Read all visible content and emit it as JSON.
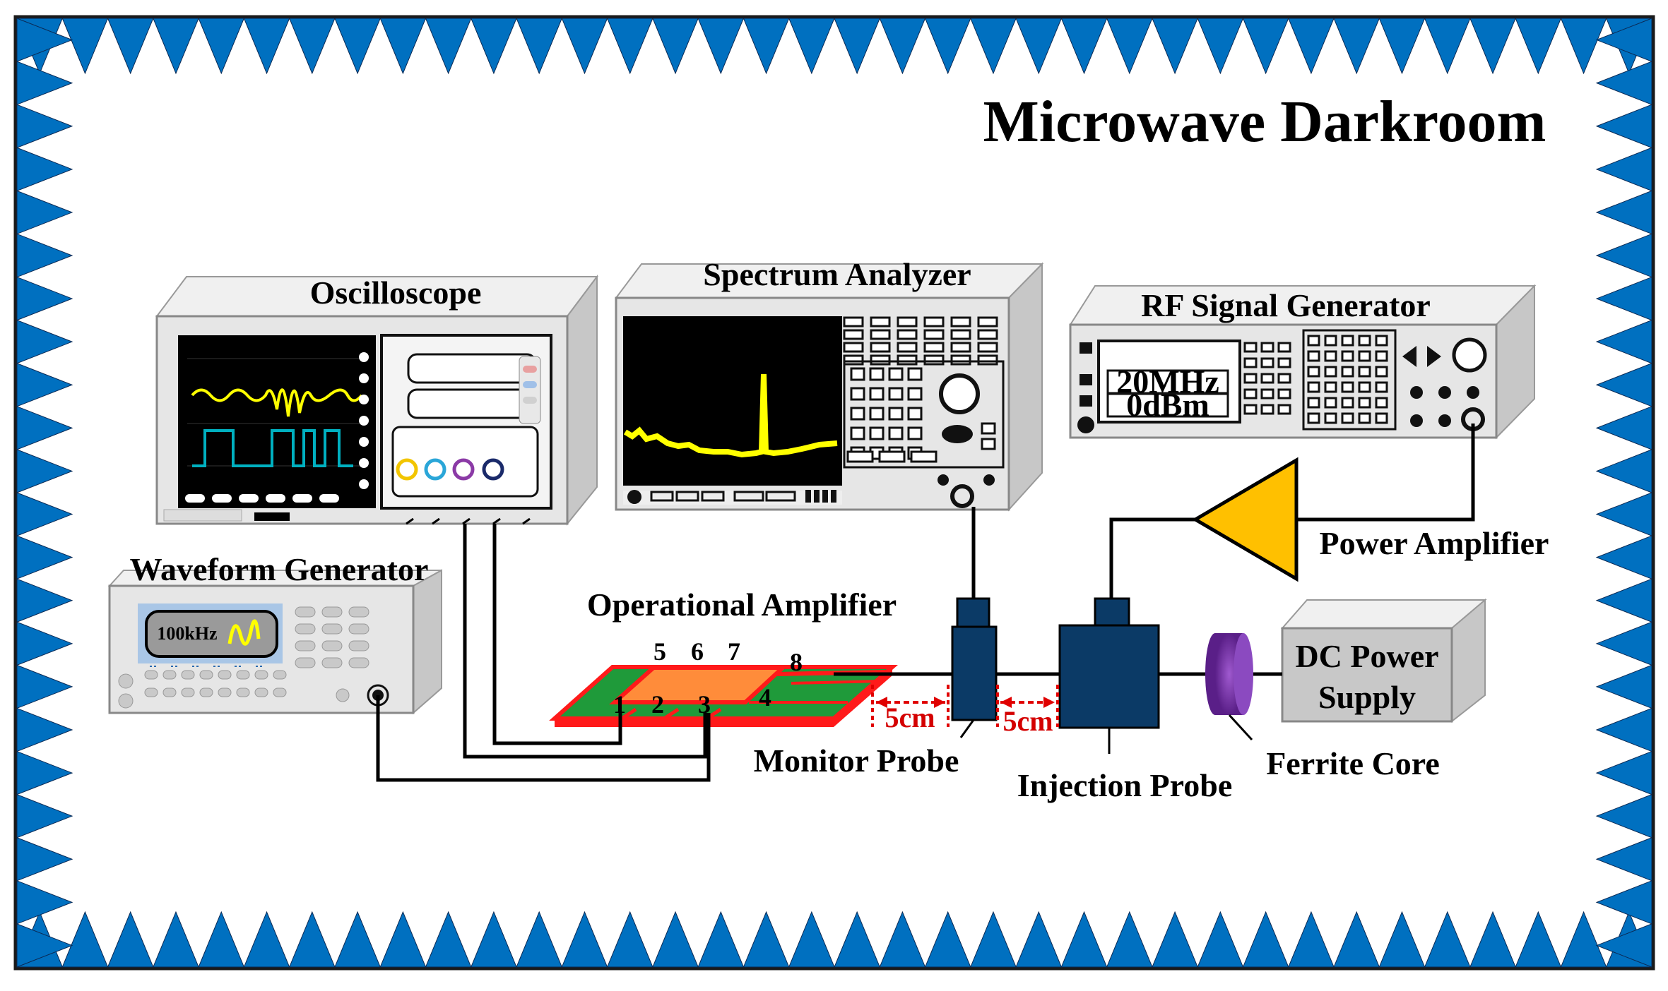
{
  "title": "Microwave Darkroom",
  "instruments": {
    "oscilloscope": "Oscilloscope",
    "spectrum_analyzer": "Spectrum Analyzer",
    "rf_signal_generator": "RF Signal Generator",
    "waveform_generator": "Waveform Generator",
    "power_amplifier": "Power Amplifier",
    "operational_amplifier": "Operational Amplifier",
    "dc_power_supply_line1": "DC Power",
    "dc_power_supply_line2": "Supply",
    "monitor_probe": "Monitor Probe",
    "injection_probe": "Injection Probe",
    "ferrite_core": "Ferrite Core"
  },
  "rf_display": {
    "frequency": "20MHz",
    "power": "0dBm"
  },
  "waveform_display": {
    "frequency": "100kHz"
  },
  "pins": [
    "1",
    "2",
    "3",
    "4",
    "5",
    "6",
    "7",
    "8"
  ],
  "distances": {
    "opamp_to_monitor": "5cm",
    "monitor_to_injection": "5cm"
  },
  "colors": {
    "border_triangle": "#0070c0",
    "pcb_green": "#1f9a3a",
    "pcb_red": "#ff1a1a",
    "chip_orange": "#ff8c3a",
    "probe_navy": "#0b3a66",
    "amplifier_yellow": "#ffc000",
    "ferrite_purple": "#7030a0",
    "scope_trace_yellow": "#ffff00",
    "scope_trace_cyan": "#00b0c0"
  }
}
